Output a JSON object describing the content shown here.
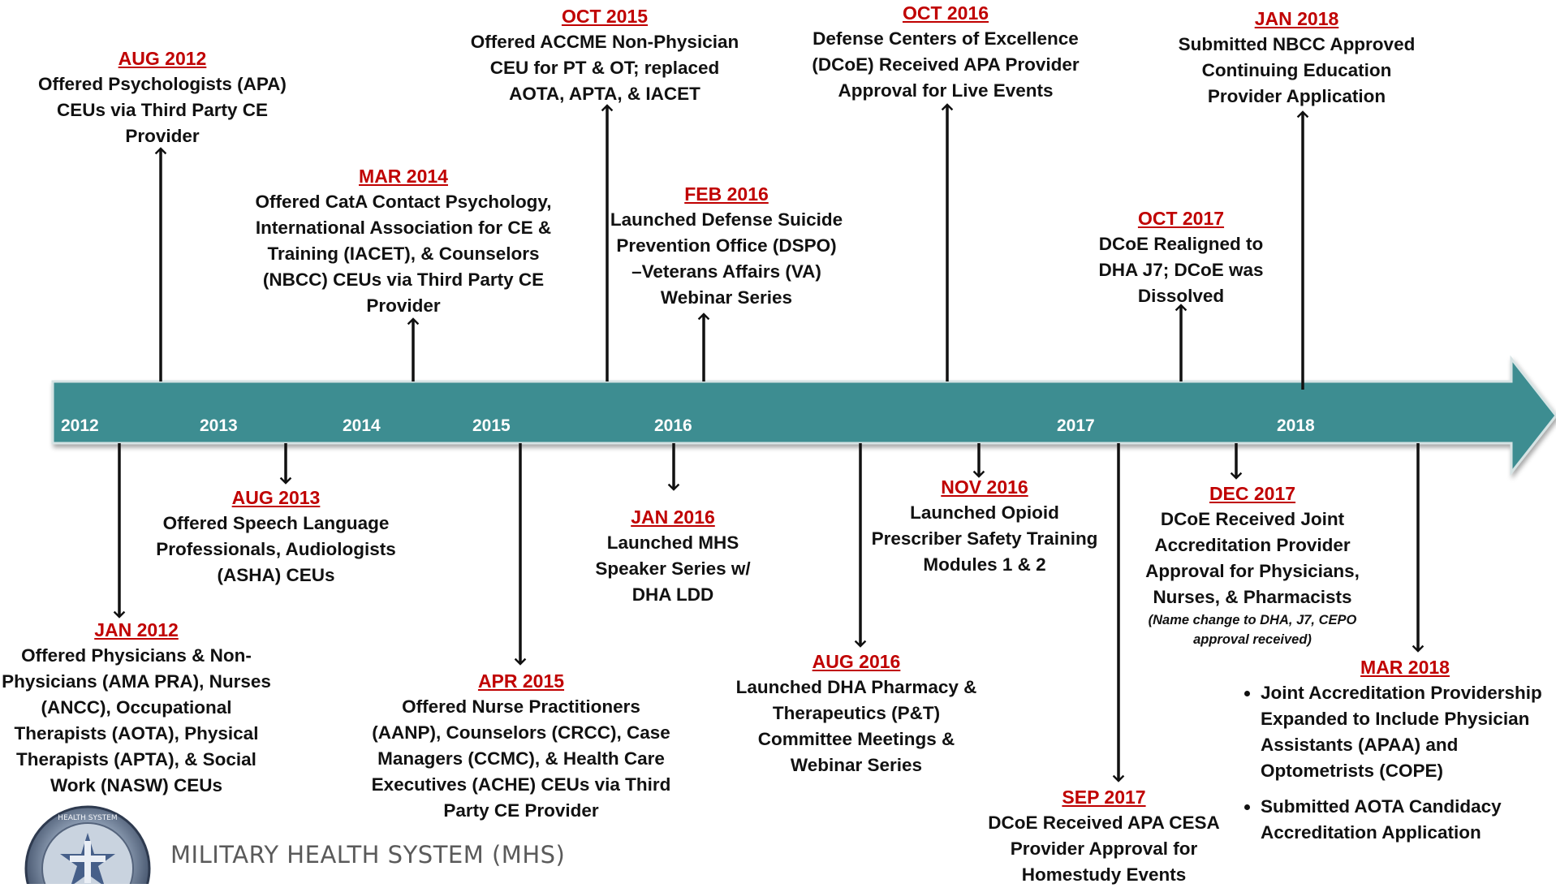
{
  "years": [
    "2012",
    "2013",
    "2014",
    "2015",
    "2016",
    "2017",
    "2018"
  ],
  "events_above": [
    {
      "date": "AUG 2012",
      "text": "Offered Psychologists (APA) CEUs via Third Party CE Provider"
    },
    {
      "date": "MAR 2014",
      "text": "Offered CatA Contact Psychology, International Association for CE & Training (IACET), & Counselors (NBCC) CEUs via Third Party CE Provider"
    },
    {
      "date": "OCT 2015",
      "text": "Offered  ACCME Non-Physician CEU for PT & OT; replaced AOTA, APTA, & IACET"
    },
    {
      "date": "FEB 2016",
      "text": "Launched Defense Suicide Prevention Office (DSPO) –Veterans Affairs (VA) Webinar Series"
    },
    {
      "date": "OCT 2016",
      "text": "Defense Centers of Excellence (DCoE) Received APA Provider Approval for Live Events"
    },
    {
      "date": "OCT 2017",
      "text": "DCoE Realigned to DHA J7; DCoE was Dissolved"
    },
    {
      "date": "JAN 2018",
      "text": "Submitted NBCC Approved Continuing Education Provider Application"
    }
  ],
  "events_below": [
    {
      "date": "JAN 2012",
      "text": "Offered Physicians & Non-Physicians (AMA PRA), Nurses (ANCC), Occupational Therapists (AOTA), Physical Therapists (APTA), & Social Work (NASW) CEUs"
    },
    {
      "date": "AUG 2013",
      "text": "Offered Speech Language Professionals, Audiologists (ASHA) CEUs"
    },
    {
      "date": "APR 2015",
      "text": "Offered Nurse Practitioners (AANP), Counselors (CRCC), Case Managers (CCMC), & Health Care Executives (ACHE) CEUs via Third Party CE Provider"
    },
    {
      "date": "JAN 2016",
      "text": "Launched MHS Speaker Series w/ DHA LDD"
    },
    {
      "date": "AUG 2016",
      "text": "Launched DHA Pharmacy & Therapeutics (P&T) Committee Meetings & Webinar Series"
    },
    {
      "date": "NOV 2016",
      "text": "Launched Opioid Prescriber Safety Training Modules 1 & 2"
    },
    {
      "date": "SEP 2017",
      "text": "DCoE Received  APA CESA Provider Approval for Homestudy Events"
    },
    {
      "date": "DEC 2017",
      "text": "DCoE Received Joint Accreditation Provider Approval for Physicians, Nurses, & Pharmacists",
      "note": "(Name change to DHA, J7, CEPO approval received)"
    },
    {
      "date": "MAR 2018",
      "bullets": [
        "Joint Accreditation Providership Expanded to Include Physician Assistants (APAA) and Optometrists (COPE)",
        "Submitted AOTA Candidacy Accreditation Application"
      ]
    }
  ],
  "footer": {
    "org_name": "MILITARY HEALTH SYSTEM (MHS)",
    "seal_text": "HEALTH SYSTEM"
  },
  "colors": {
    "bar": "#3d8d91",
    "bar_edge": "#d6e3e4",
    "date": "#c00000",
    "text": "#111111",
    "arrow": "#111111"
  }
}
